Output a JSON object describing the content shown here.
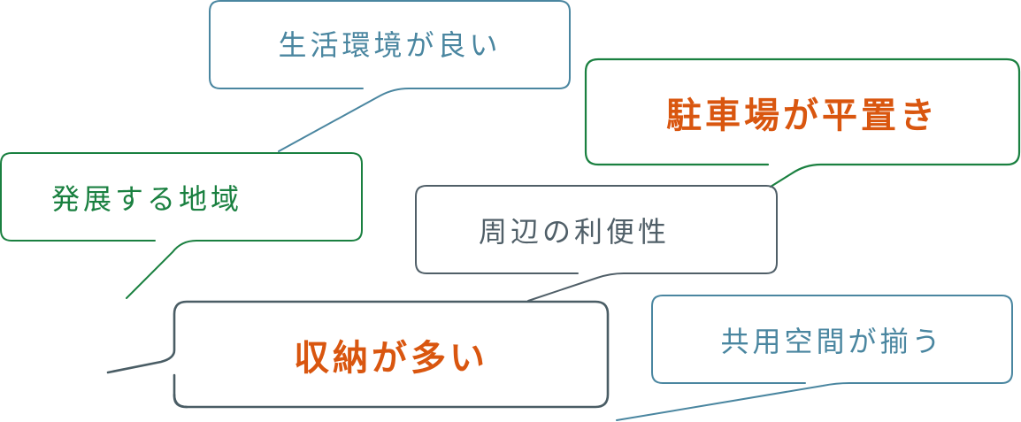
{
  "colors": {
    "blue": "#4a86a0",
    "green": "#1a8040",
    "gray": "#505f68",
    "orange": "#d9560f"
  },
  "bubbles": [
    {
      "id": "living-environment",
      "text": "生活環境が良い",
      "border": "blue",
      "text_color": "blue"
    },
    {
      "id": "developing-area",
      "text": "発展する地域",
      "border": "green",
      "text_color": "green"
    },
    {
      "id": "flat-parking",
      "text": "駐車場が平置き",
      "border": "green",
      "text_color": "orange"
    },
    {
      "id": "convenience",
      "text": "周辺の利便性",
      "border": "gray",
      "text_color": "gray"
    },
    {
      "id": "storage",
      "text": "収納が多い",
      "border": "gray",
      "text_color": "orange"
    },
    {
      "id": "shared-space",
      "text": "共用空間が揃う",
      "border": "blue",
      "text_color": "blue"
    }
  ]
}
